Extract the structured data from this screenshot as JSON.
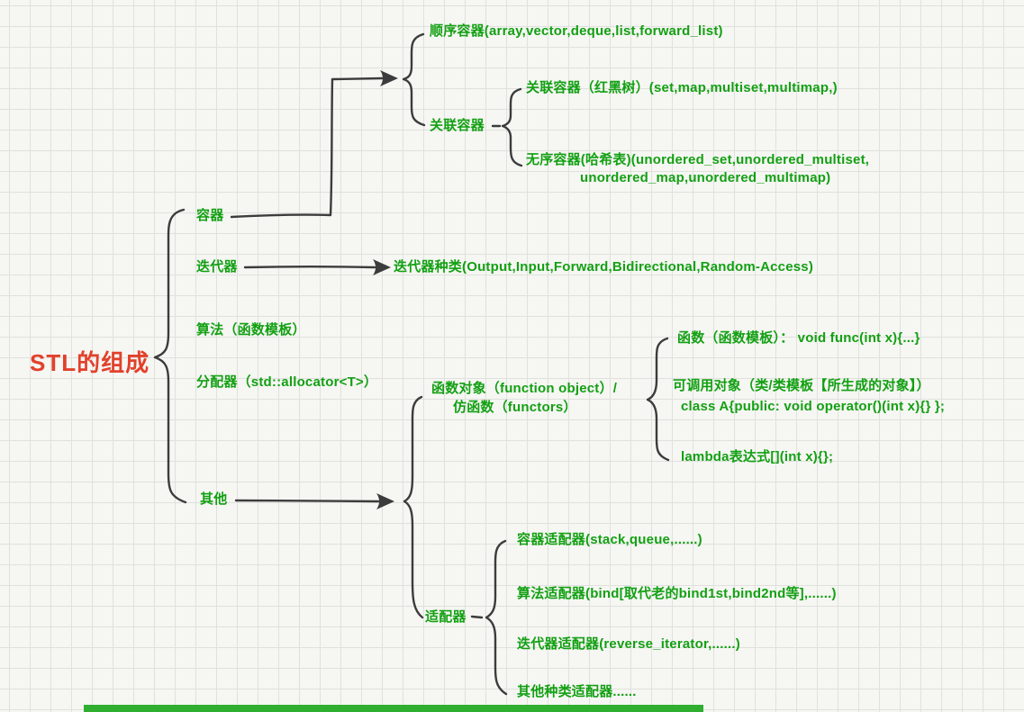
{
  "meta": {
    "colors": {
      "node_green": "#13a013",
      "root_red": "#e2412b",
      "line_dark": "#3c3c3c",
      "bottom_strip_green": "#2fae2f",
      "grid_line": "#e0e0dd",
      "paper": "#f6f6f3"
    }
  },
  "root_label": "STL的组成",
  "level1": {
    "containers": "容器",
    "iterators": "迭代器",
    "algorithms": "算法（函数模板）",
    "allocators": "分配器（std::allocator<T>）",
    "others": "其他"
  },
  "containers": {
    "sequence": "顺序容器(array,vector,deque,list,forward_list)",
    "associative_group": "关联容器",
    "rb_tree": "关联容器（红黑树）(set,map,multiset,multimap,)",
    "unordered_1": "无序容器(哈希表)(unordered_set,unordered_multiset,",
    "unordered_2": "unordered_map,unordered_multimap)"
  },
  "iterators": {
    "kinds": "迭代器种类(Output,Input,Forward,Bidirectional,Random-Access)"
  },
  "others": {
    "functor_1": "函数对象（function object）/",
    "functor_2": "仿函数（functors）",
    "function_template": "函数（函数模板）： void func(int x){...}",
    "callable_1": "可调用对象（类/类模板【所生成的对象】）",
    "callable_2": "class A{public: void operator()(int x){} };",
    "lambda": "lambda表达式[](int x){};",
    "adapter": "适配器",
    "adapter_children": {
      "container": "容器适配器(stack,queue,......)",
      "algorithm": "算法适配器(bind[取代老的bind1st,bind2nd等],......)",
      "iterator": "迭代器适配器(reverse_iterator,......)",
      "other": "其他种类适配器......"
    }
  }
}
